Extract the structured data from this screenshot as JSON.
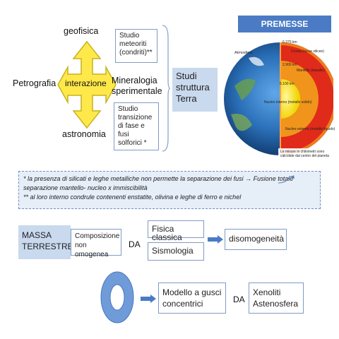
{
  "header": {
    "title": "PREMESSE"
  },
  "top_diagram": {
    "geofisica": "geofisica",
    "petrografia": "Petrografia",
    "astronomia": "astronomia",
    "interazione": "interazione",
    "mineralogia": "Mineralogia sperimentale",
    "studio_meteoriti": "Studio meteoriti (condriti)**",
    "studio_transizione": "Studio transizione di fase e fusi solforici *",
    "studi_struttura": "Studi struttura Terra"
  },
  "earth": {
    "atmosfera": "Atmosfera",
    "radius": "6.370 km",
    "crosta": "Crosta (rocce silicee)",
    "mantello": "Mantello (basalto)",
    "depth1": "2.900 km",
    "depth2": "5.100 km",
    "nucleo_interno": "Nucleo interno (metallo solido)",
    "nucleo_esterno": "Nucleo esterno (metallo liquido)",
    "caption": "Le misure in chilometri sono calcolate dal centro del pianeta"
  },
  "note": {
    "line1": "* la presenza di silicati e leghe metalliche non permette la separazione dei fusi → Fusione totale",
    "line2": "separazione mantello- nucleo x immiscibilità",
    "line3": "** al loro interno condrule contenenti enstatite, olivina e leghe di ferro e nichel"
  },
  "middle": {
    "massa": "MASSA TERRESTRE",
    "composizione": "Composizione non omogenea",
    "da": "DA",
    "fisica": "Fisica classica",
    "sismologia": "Sismologia",
    "disomogeneita": "disomogeneità"
  },
  "bottom": {
    "modello": "Modello a gusci concentrici",
    "da": "DA",
    "xenoliti": "Xenoliti Astenosfera"
  },
  "colors": {
    "accent": "#4a7bc4",
    "arrow_yellow": "#ffe84a",
    "box_border": "#7f9bc4",
    "ring": "#6f9bd8"
  }
}
